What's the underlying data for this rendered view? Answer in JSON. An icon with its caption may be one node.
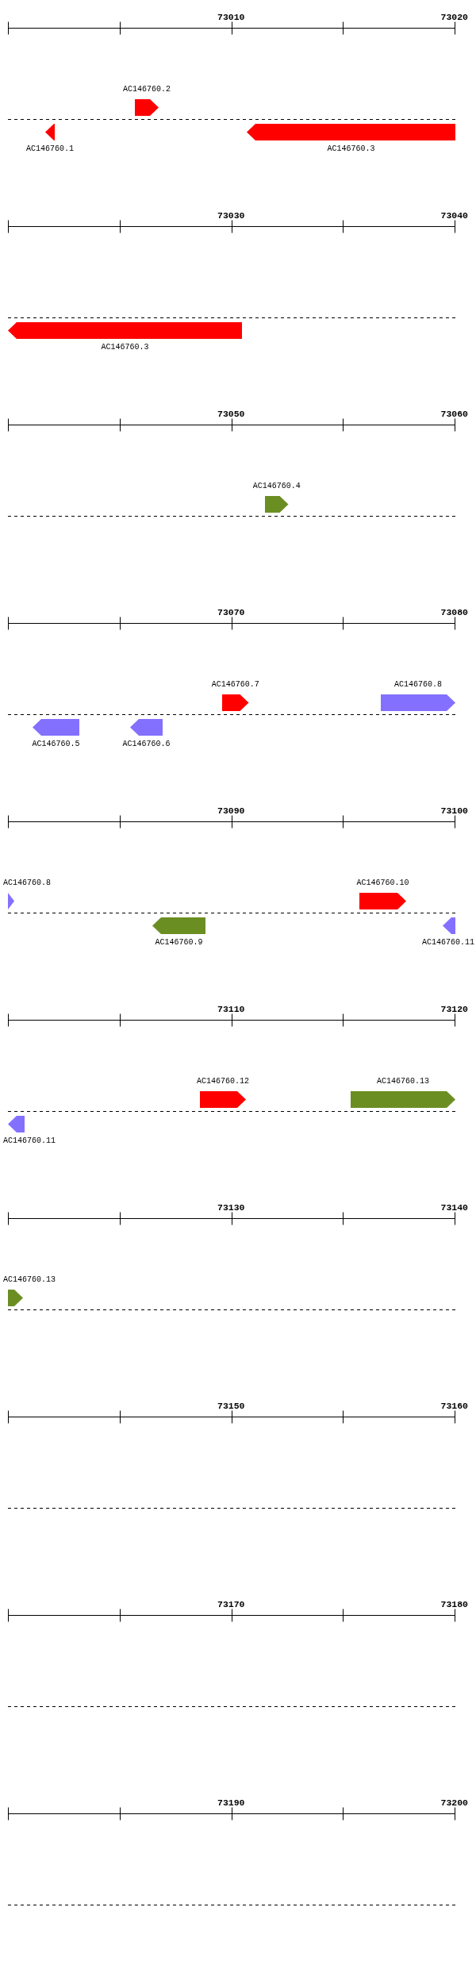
{
  "diagram": {
    "nodes": [
      {
        "text": [
          "AC146760.2"
        ]
      },
      {
        "text": [
          "AC146760.1"
        ]
      },
      {
        "text": [
          "AC146760.3"
        ]
      },
      {
        "text": [
          "AC146760.3"
        ]
      },
      {
        "text": [
          "AC146760.4"
        ]
      },
      {
        "text": [
          "AC146760.7"
        ]
      },
      {
        "text": [
          "AC146760.8"
        ]
      },
      {
        "text": [
          "AC146760.5"
        ]
      },
      {
        "text": [
          "AC146760.6"
        ]
      },
      {
        "text": [
          "AC146760.8"
        ]
      },
      {
        "text": [
          "AC146760.10"
        ]
      },
      {
        "text": [
          "AC146760.9"
        ]
      },
      {
        "text": [
          "AC146760.11"
        ]
      },
      {
        "text": [
          "AC146760.12"
        ]
      },
      {
        "text": [
          "AC146760.13"
        ]
      },
      {
        "text": [
          "AC146760.11"
        ]
      },
      {
        "text": [
          "AC146760.13"
        ]
      }
    ],
    "labels": [
      "73010",
      "73020",
      "73030",
      "73040",
      "73050",
      "73060",
      "73070",
      "73080",
      "73090",
      "73100",
      "73110",
      "73120",
      "73130",
      "73140",
      "73150",
      "73160",
      "73170",
      "73180",
      "73190",
      "73200"
    ]
  }
}
